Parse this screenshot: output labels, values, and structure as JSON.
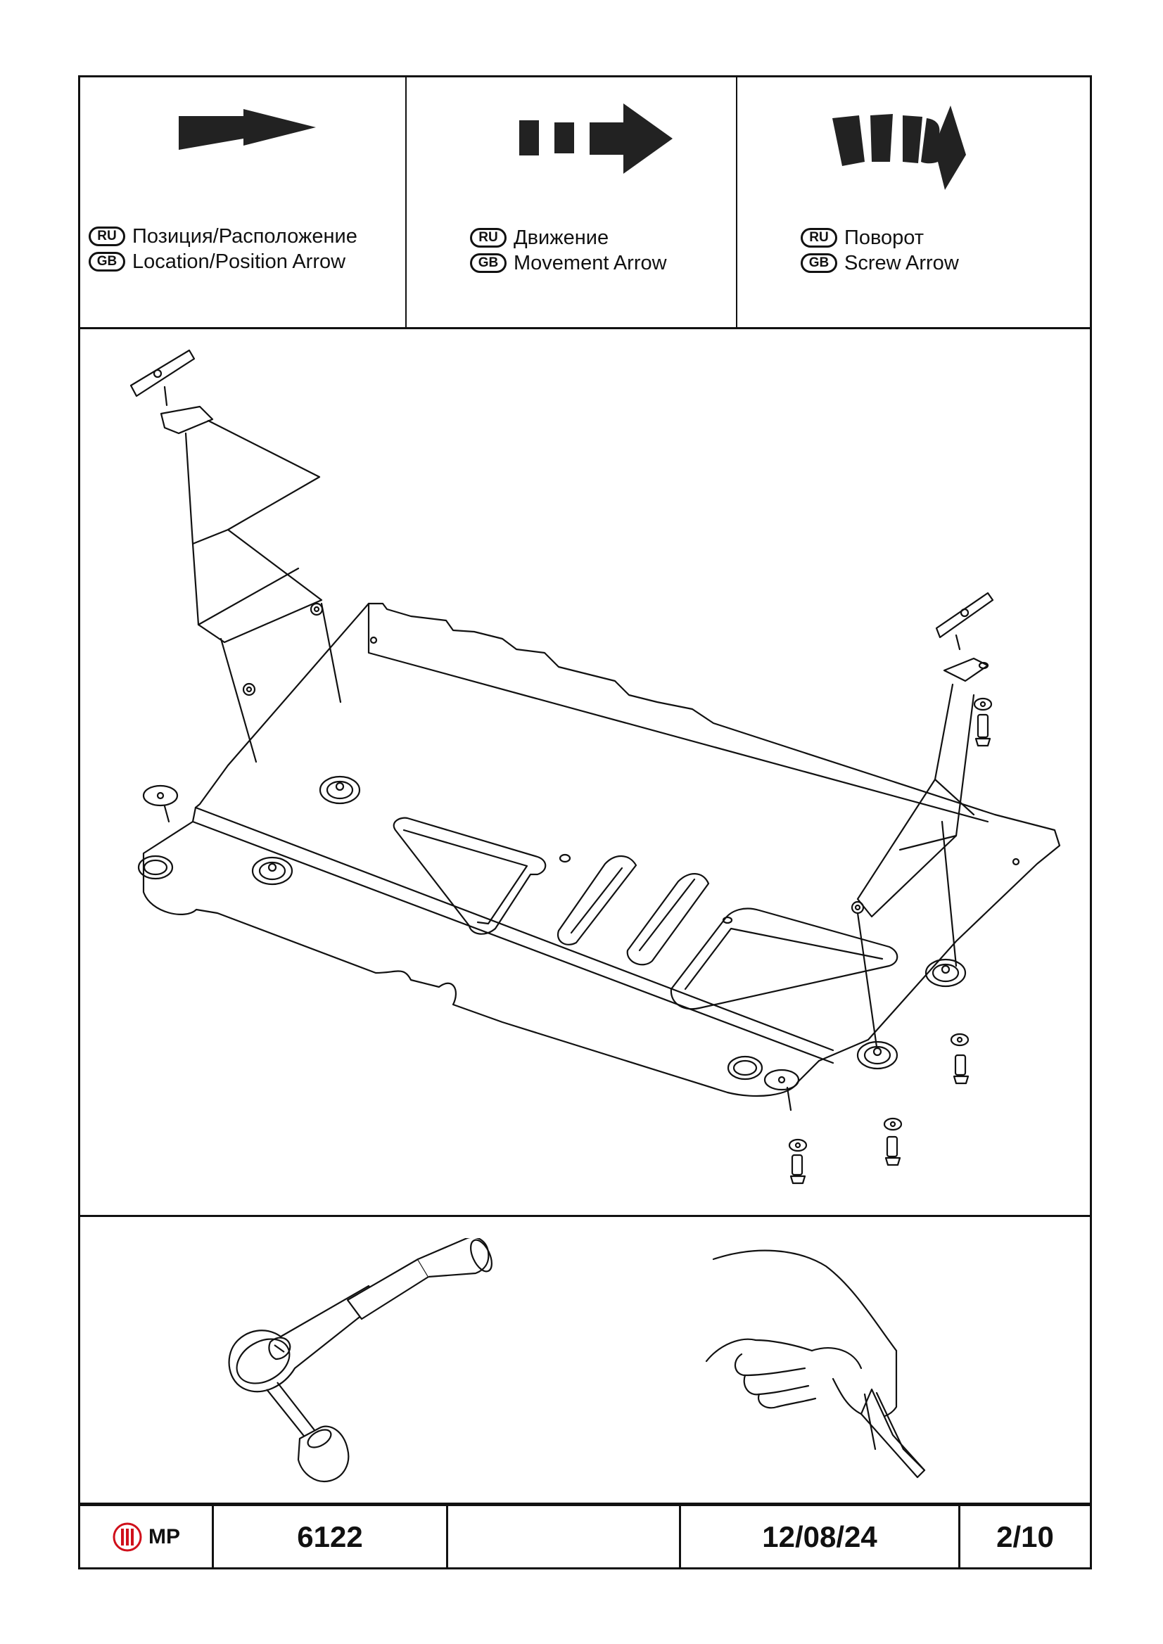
{
  "legend": [
    {
      "ru_code": "RU",
      "gb_code": "GB",
      "ru_text": "Позиция/Расположение",
      "gb_text": "Location/Position Arrow",
      "icon": "location-arrow-icon"
    },
    {
      "ru_code": "RU",
      "gb_code": "GB",
      "ru_text": "Движение",
      "gb_text": "Movement Arrow",
      "icon": "movement-arrow-icon"
    },
    {
      "ru_code": "RU",
      "gb_code": "GB",
      "ru_text": "Поворот",
      "gb_text": "Screw Arrow",
      "icon": "screw-arrow-icon"
    }
  ],
  "footer": {
    "brand": "MP",
    "part_number": "6122",
    "blank": "",
    "date": "12/08/24",
    "page": "2/10"
  },
  "colors": {
    "ink": "#111111",
    "brand_red": "#d0101b",
    "paper": "#ffffff"
  },
  "illustrations": [
    "underbody-skid-plate-assembly-drawing",
    "ratchet-wrench-icon",
    "hand-holding-utility-knife-icon"
  ]
}
